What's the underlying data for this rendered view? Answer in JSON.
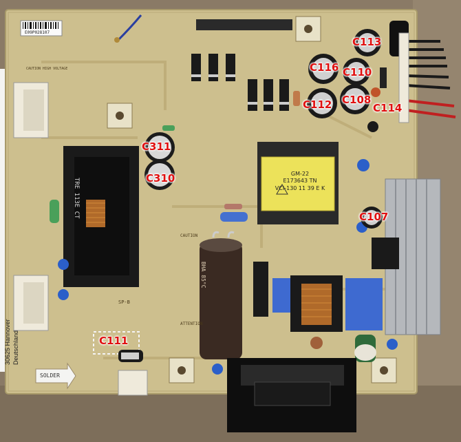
{
  "photo": {
    "subject": "Power supply circuit board with capacitor annotations",
    "colors": {
      "board": "#cdbf8e",
      "label_red": "#e01010",
      "cardboard": "#8a7a66"
    }
  },
  "annotations": [
    {
      "id": "c113",
      "label": "C113"
    },
    {
      "id": "c116",
      "label": "C116"
    },
    {
      "id": "c110",
      "label": "C110"
    },
    {
      "id": "c112",
      "label": "C112"
    },
    {
      "id": "c108",
      "label": "C108"
    },
    {
      "id": "c114",
      "label": "C114"
    },
    {
      "id": "c311",
      "label": "C311"
    },
    {
      "id": "c310",
      "label": "C310"
    },
    {
      "id": "c107",
      "label": "C107"
    },
    {
      "id": "c111",
      "label": "C111"
    }
  ],
  "board_text": {
    "solder": "SOLDER",
    "sp_b": "SP-B",
    "barcode_number": "E09P028107",
    "caution_left": "CAUTION HIGH VOLTAGE",
    "attention": "ATTENTION",
    "caution_center": "CAUTION",
    "transformer_small": [
      "GM-22",
      "E173643 TN",
      "VCI-130 11 39 E K"
    ],
    "transformer_large": "TRE 113E CT",
    "main_cap": "BHA 85°C"
  },
  "paper_note": {
    "line1": "30625 Hannover",
    "line2": "Deutschland"
  }
}
